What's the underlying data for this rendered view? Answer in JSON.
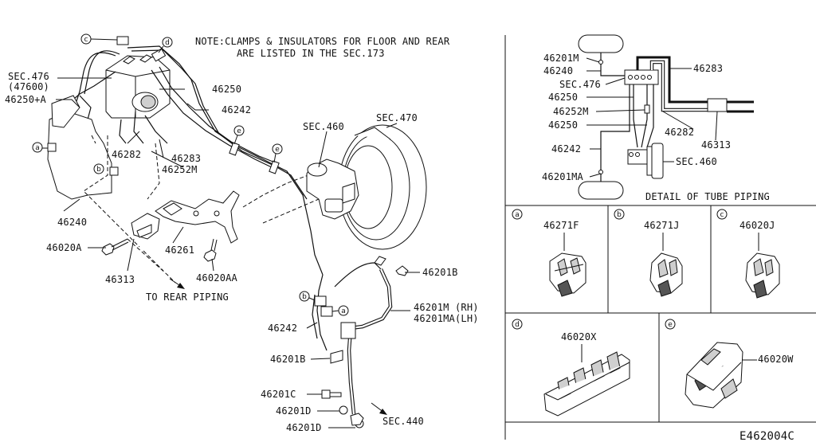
{
  "diagram": {
    "note_line1": "NOTE:CLAMPS & INSULATORS FOR FLOOR AND REAR",
    "note_line2": "ARE LISTED IN THE SEC.173",
    "main_labels": {
      "sec476": "SEC.476",
      "sec476_sub": "(47600)",
      "p46250A": "46250+A",
      "p46250": "46250",
      "p46242_top": "46242",
      "p46282": "46282",
      "p46283": "46283",
      "p46252M": "46252M",
      "p46240": "46240",
      "p46020A": "46020A",
      "p46261": "46261",
      "p46313": "46313",
      "p46020AA": "46020AA",
      "to_rear": "TO REAR PIPING",
      "sec460": "SEC.460",
      "sec470": "SEC.470",
      "p46201B_top": "46201B",
      "p46201M": "46201M (RH)",
      "p46201MA": "46201MA(LH)",
      "p46242_bot": "46242",
      "p46201B_bot": "46201B",
      "p46201C": "46201C",
      "p46201D_1": "46201D",
      "p46201D_2": "46201D",
      "sec440": "SEC.440"
    },
    "callouts": {
      "a": "a",
      "b": "b",
      "c": "c",
      "d": "d",
      "e": "e"
    },
    "detail": {
      "p46201M": "46201M",
      "p46240": "46240",
      "sec476": "SEC.476",
      "p46250_1": "46250",
      "p46252M": "46252M",
      "p46250_2": "46250",
      "p46242": "46242",
      "p46201MA": "46201MA",
      "p46283": "46283",
      "p46282": "46282",
      "p46313": "46313",
      "sec460": "SEC.460",
      "caption": "DETAIL OF TUBE PIPING"
    },
    "panels": {
      "a_part": "46271F",
      "b_part": "46271J",
      "c_part": "46020J",
      "d_part": "46020X",
      "e_part": "46020W"
    },
    "diagram_code": "E462004C"
  }
}
